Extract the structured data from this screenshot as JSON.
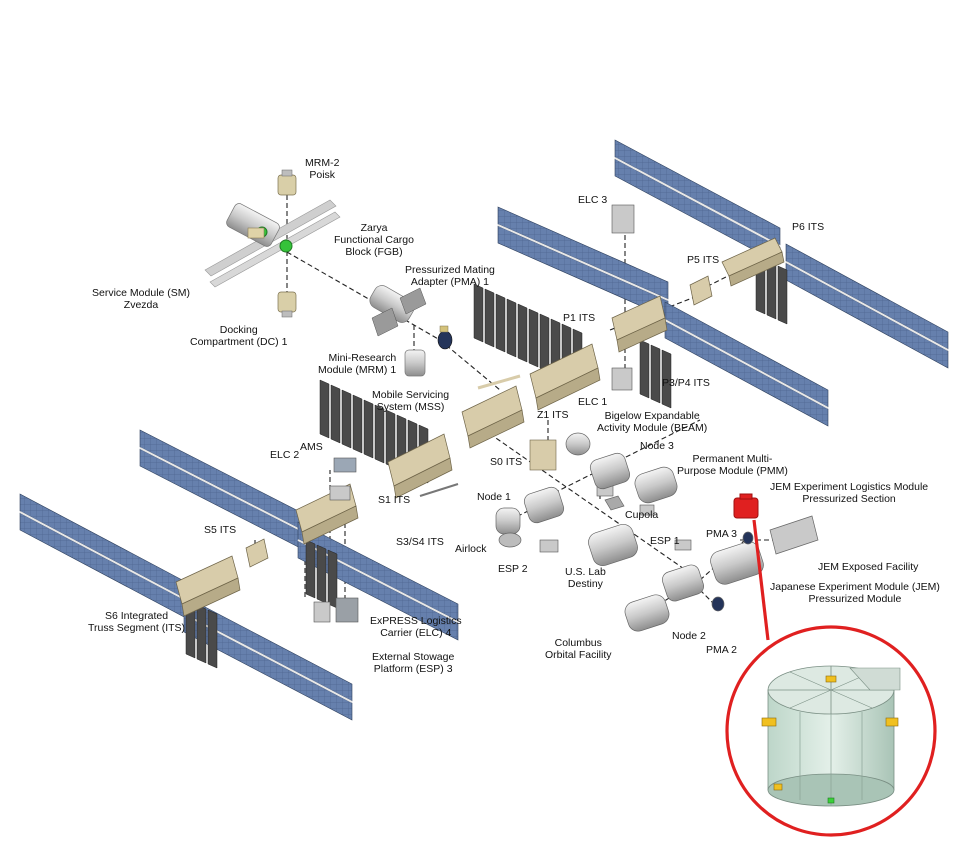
{
  "labels": {
    "mrm2": "MRM-2\nPoisk",
    "service_module": "Service Module (SM)\nZvezda",
    "docking_compartment": "Docking\nCompartment (DC) 1",
    "zarya": "Zarya\nFunctional Cargo\nBlock (FGB)",
    "pma1": "Pressurized Mating\nAdapter (PMA) 1",
    "mrm1": "Mini-Research\nModule (MRM) 1",
    "mss": "Mobile Servicing\nSystem (MSS)",
    "elc3": "ELC 3",
    "p1": "P1 ITS",
    "p5": "P5 ITS",
    "p6": "P6 ITS",
    "p3p4": "P3/P4 ITS",
    "elc1": "ELC 1",
    "z1": "Z1 ITS",
    "beam": "Bigelow Expandable\nActivity Module (BEAM)",
    "node3": "Node 3",
    "pmm": "Permanent Multi-\nPurpose Module (PMM)",
    "s0": "S0 ITS",
    "jem_els": "JEM Experiment Logistics Module\nPressurized Section",
    "ams": "AMS",
    "elc2": "ELC 2",
    "s1": "S1 ITS",
    "node1": "Node 1",
    "cupola": "Cupola",
    "esp1": "ESP 1",
    "pma3": "PMA 3",
    "jem_ef": "JEM Exposed Facility",
    "s5": "S5 ITS",
    "s3s4": "S3/S4 ITS",
    "airlock": "Airlock",
    "esp2": "ESP 2",
    "us_lab": "U.S. Lab\nDestiny",
    "jem_pm": "Japanese Experiment Module (JEM)\nPressurized Module",
    "s6": "S6 Integrated\nTruss Segment (ITS)",
    "elc4": "ExPRESS Logistics\nCarrier (ELC) 4",
    "esp3": "External Stowage\nPlatform (ESP) 3",
    "columbus": "Columbus\nOrbital Facility",
    "node2": "Node 2",
    "pma2": "PMA 2"
  },
  "colors": {
    "solar_panel": "#5f79a6",
    "solar_panel_edge": "#2d3f5c",
    "radiator": "#4a4a4a",
    "truss": "#d8ccaa",
    "module": "#d6d6d6",
    "highlight": "#e02020",
    "detail_fill": "#cfe3d8"
  }
}
